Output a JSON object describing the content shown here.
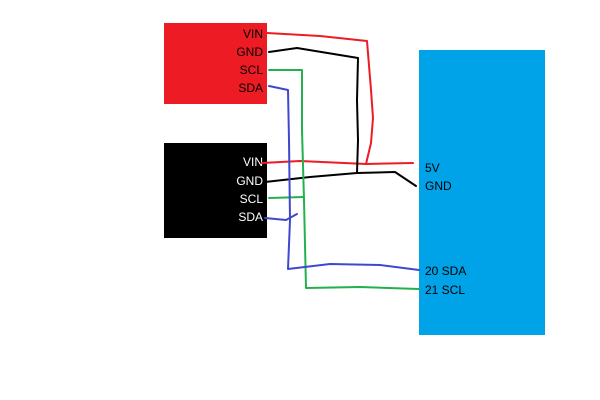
{
  "sensor_top": {
    "color": "#ed1c24",
    "text_color": "#000000",
    "pins": [
      "VIN",
      "GND",
      "SCL",
      "SDA"
    ]
  },
  "sensor_bottom": {
    "color": "#000000",
    "text_color": "#ffffff",
    "pins": [
      "VIN",
      "GND",
      "SCL",
      "SDA"
    ]
  },
  "board": {
    "color": "#00a2e8",
    "pins": {
      "v5": "5V",
      "gnd": "GND",
      "sda": "20 SDA",
      "scl": "21 SCL"
    }
  },
  "wire_colors": {
    "vin": "#ed1c24",
    "gnd": "#000000",
    "scl": "#22b14c",
    "sda": "#3f48cc"
  }
}
